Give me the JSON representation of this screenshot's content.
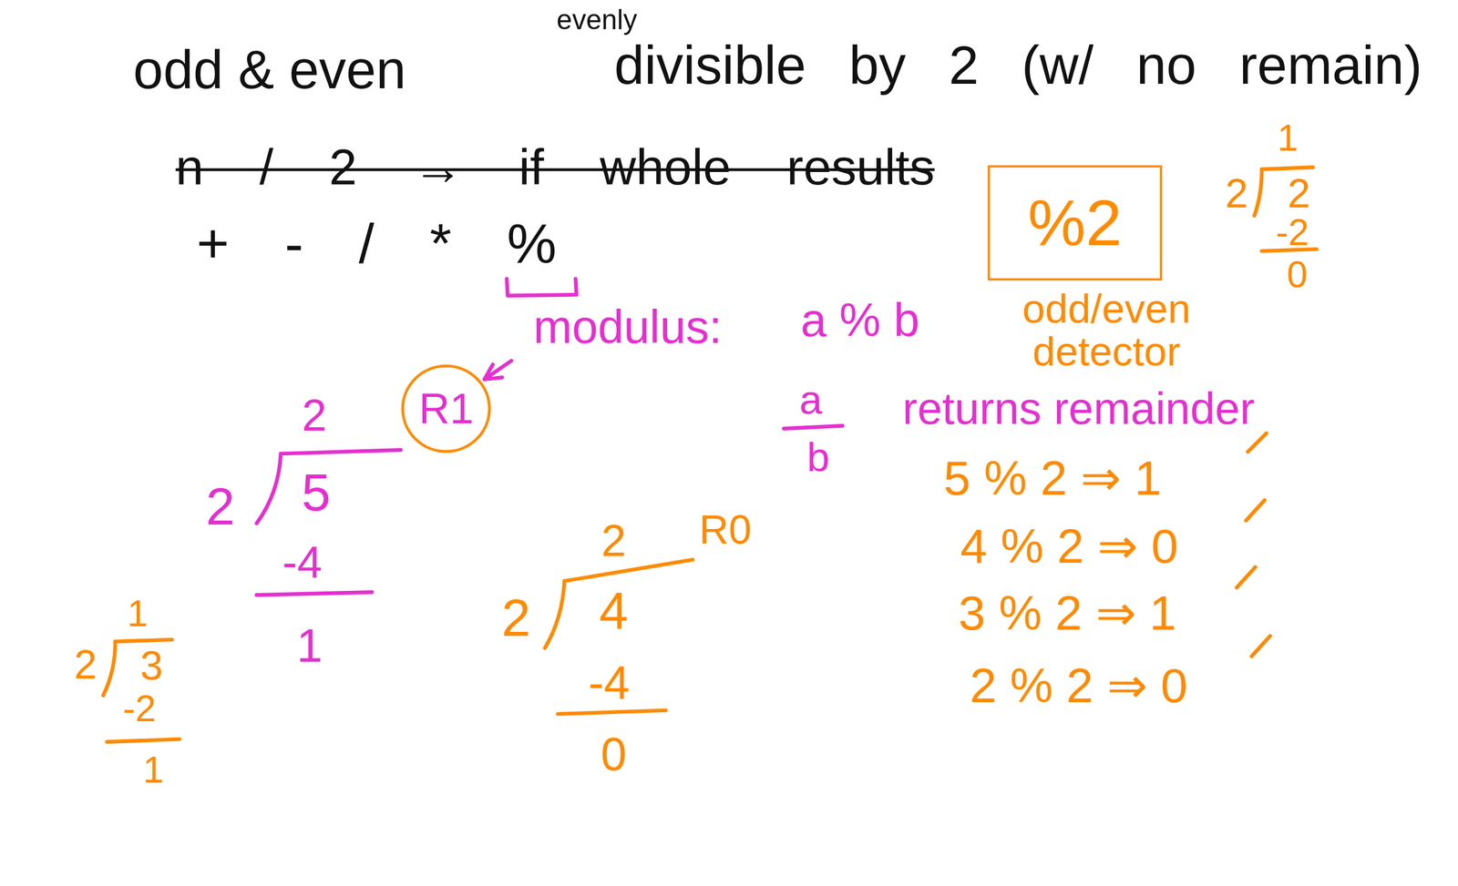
{
  "diagram": {
    "title": "odd & even",
    "nodes": [
      {
        "text": [
          "%2"
        ]
      },
      {
        "text": [
          "R1"
        ]
      }
    ],
    "labels": [
      "evenly",
      "divisible by 2 (w/ no remain)",
      "1",
      "n / 2 → if whole results",
      "2",
      "2",
      "-2",
      "+ - / * %",
      "0",
      "odd/even detector",
      "modulus:",
      "a % b",
      "2",
      "a",
      "returns remainder",
      "b",
      "5 % 2 ⇒ 1",
      "2",
      "5",
      "4 % 2 ⇒ 0",
      "2",
      "R0",
      "-4",
      "3 % 2 ⇒ 1",
      "1",
      "2",
      "4",
      "1",
      "2",
      "3",
      "-4",
      "2 % 2 ⇒ 0",
      "-2",
      "0",
      "1"
    ]
  }
}
